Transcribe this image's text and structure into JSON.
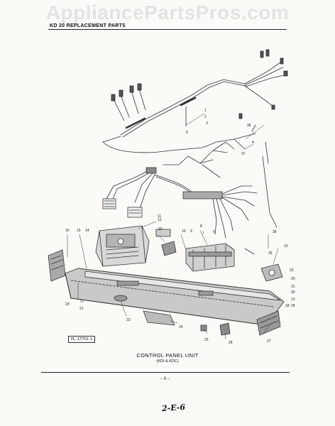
{
  "watermark": "AppliancePartsPros.com",
  "header": {
    "title": "KD 20 REPLACEMENT PARTS"
  },
  "ref_code": "PL-17753-1",
  "caption": {
    "title": "CONTROL PANEL UNIT",
    "subtitle": "(KDI & KDC)"
  },
  "footer": {
    "page_number": "– 6 –",
    "handwritten": "2-E-6"
  },
  "callouts": [
    "1",
    "2",
    "3",
    "36",
    "5",
    "4",
    "37",
    "12",
    "22",
    "11",
    "10",
    "9",
    "8",
    "7",
    "6",
    "16",
    "15",
    "14",
    "38",
    "35",
    "19",
    "23",
    "20",
    "31",
    "30",
    "13",
    "28",
    "18",
    "17",
    "29",
    "21",
    "22",
    "24",
    "25",
    "26",
    "27"
  ]
}
